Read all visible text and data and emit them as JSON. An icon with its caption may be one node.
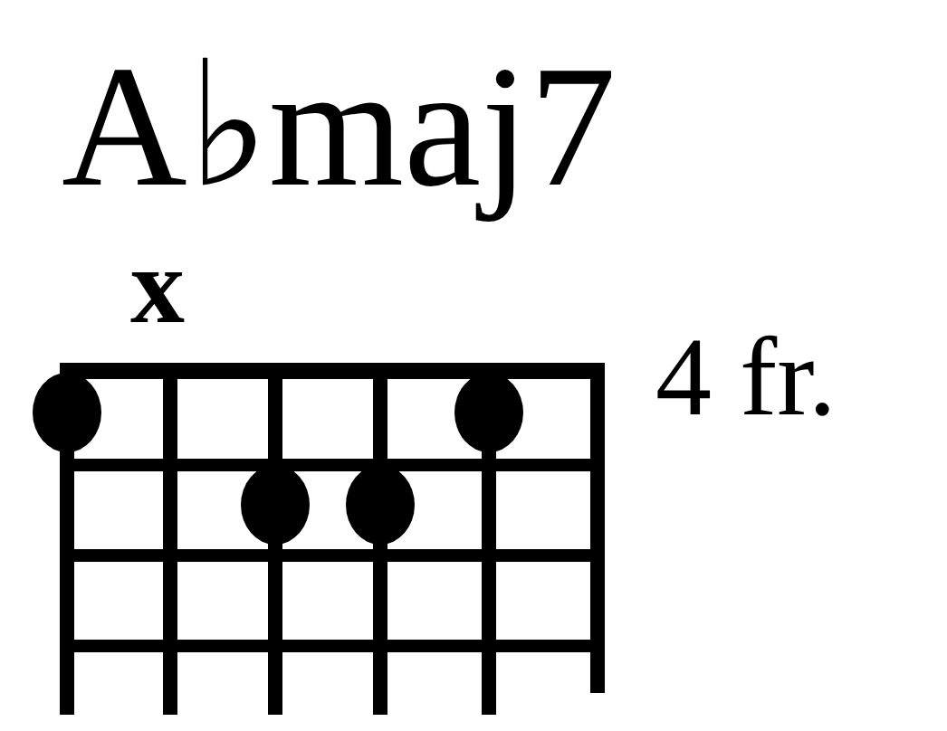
{
  "diagram": {
    "title": "A♭maj7",
    "labels": [
      "x",
      "4 fr."
    ]
  }
}
